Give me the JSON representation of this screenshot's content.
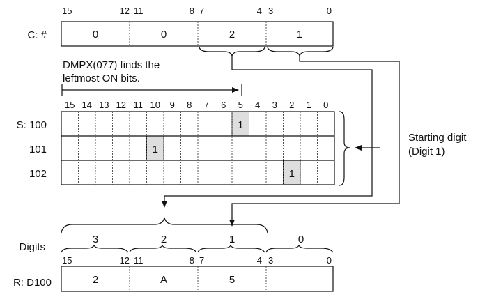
{
  "control": {
    "label": "C: #",
    "bit_labels": [
      "15",
      "12",
      "11",
      "8",
      "7",
      "4",
      "3",
      "0"
    ],
    "digits": [
      "0",
      "0",
      "2",
      "1"
    ]
  },
  "note": {
    "line1": "DMPX(077) finds the",
    "line2": "leftmost ON bits."
  },
  "source": {
    "bit_labels": [
      "15",
      "14",
      "13",
      "12",
      "11",
      "10",
      "9",
      "8",
      "7",
      "6",
      "5",
      "4",
      "3",
      "2",
      "1",
      "0"
    ],
    "rows": [
      {
        "label": "S: 100",
        "on_bit": 5,
        "value": "1"
      },
      {
        "label": "101",
        "on_bit": 10,
        "value": "1"
      },
      {
        "label": "102",
        "on_bit": 2,
        "value": "1"
      }
    ]
  },
  "starting_digit": {
    "line1": "Starting digit",
    "line2": "(Digit 1)"
  },
  "result": {
    "digits_label": "Digits",
    "digit_numbers": [
      "3",
      "2",
      "1",
      "0"
    ],
    "bit_labels": [
      "15",
      "12",
      "11",
      "8",
      "7",
      "4",
      "3",
      "0"
    ],
    "label": "R: D100",
    "values": [
      "2",
      "A",
      "5",
      ""
    ]
  },
  "colors": {
    "line": "#111111",
    "highlight": "#dedede",
    "divider": "#555555"
  }
}
